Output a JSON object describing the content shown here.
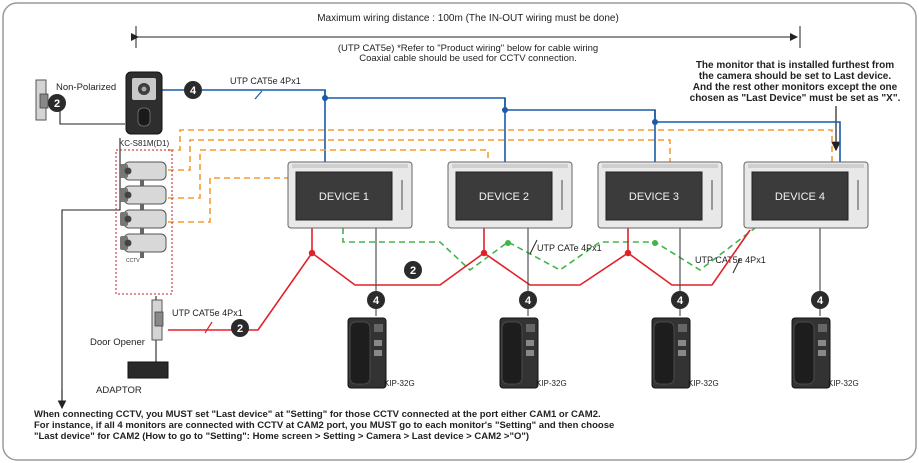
{
  "header": {
    "max_distance": "Maximum wiring distance : 100m (The IN-OUT wiring must be done)",
    "cable_note": "(UTP CAT5e) *Refer to \"Product wiring\" below for cable wiring",
    "coax_note": "Coaxial cable should be used for CCTV connection."
  },
  "monitor_note": [
    "The monitor that is installed furthest from",
    "the camera should be set to Last device.",
    "And the rest other monitors except the one",
    "chosen as \"Last Device\" must be set as \"X\"."
  ],
  "devices": [
    {
      "label": "DEVICE 1"
    },
    {
      "label": "DEVICE 2"
    },
    {
      "label": "DEVICE 3"
    },
    {
      "label": "DEVICE 4"
    }
  ],
  "camera": {
    "model": "KC-S81M(D1)",
    "polarity": "Non-Polarized"
  },
  "cctv_label": "CCTV",
  "phone_label": "KIP-32G",
  "door_opener": "Door Opener",
  "adaptor": "ADAPTOR",
  "cable_labels": {
    "top": "UTP CAT5e 4Px1",
    "mid": "UTP CATe 4Px1",
    "right": "UTP CAT5e 4Px1",
    "door": "UTP CAT5e 4Px1"
  },
  "badges": {
    "four": "4",
    "two": "2"
  },
  "footer": [
    "When connecting CCTV, you MUST set \"Last device\" at \"Setting\" for those CCTV connected at the port either CAM1 or CAM2.",
    "For instance, if all 4 monitors are connected with CCTV at CAM2 port, you MUST go to each monitor's \"Setting\" and then choose",
    "\"Last device\" for CAM2 (How to go to \"Setting\": Home screen > Setting > Camera > Last device > CAM2 >\"O\")"
  ],
  "colors": {
    "blue": "#1a5aa8",
    "red": "#e02128",
    "orange": "#f39c32",
    "green": "#41b549",
    "badge": "#2b2b2b"
  }
}
